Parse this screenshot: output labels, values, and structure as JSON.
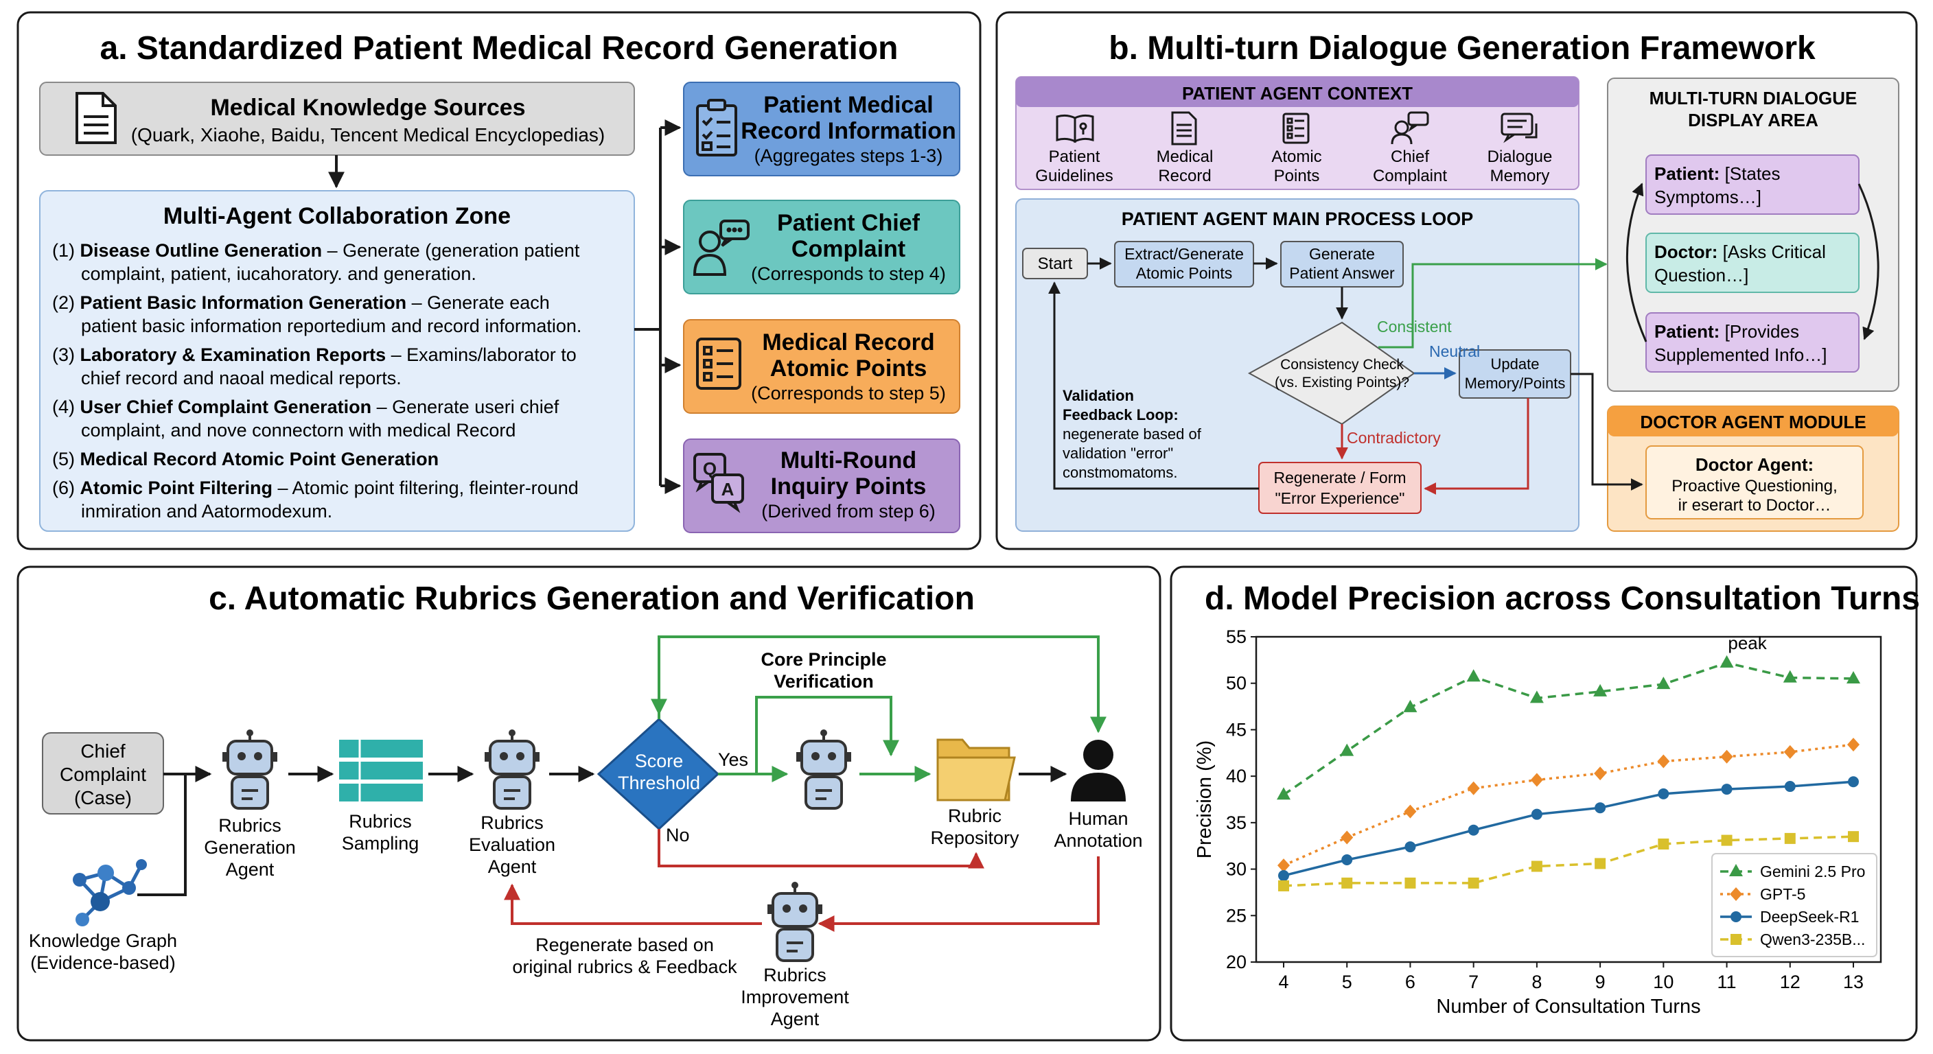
{
  "panel_a": {
    "title": "a. Standardized Patient Medical Record Generation",
    "knowledge": {
      "title": "Medical Knowledge Sources",
      "sub": "(Quark, Xiaohe, Baidu, Tencent Medical Encyclopedias)"
    },
    "zone": {
      "title": "Multi-Agent Collaboration Zone",
      "items": [
        {
          "num": "(1)",
          "bold": "Disease Outline Generation",
          "rest": " – Generate (generation patient",
          "line2": "complaint, patient, iucahoratory. and generation."
        },
        {
          "num": "(2)",
          "bold": "Patient Basic Information Generation",
          "rest": " – Generate each",
          "line2": "patient basic information reportedium and record information."
        },
        {
          "num": "(3)",
          "bold": "Laboratory & Examination Reports",
          "rest": " – Examins/laborator to",
          "line2": "chief record and naoal medical reports."
        },
        {
          "num": "(4)",
          "bold": "User Chief Complaint Generation",
          "rest": " – Generate useri chief",
          "line2": "complaint, and nove connectorn with medical Record"
        },
        {
          "num": "(5)",
          "bold": "Medical Record Atomic Point Generation",
          "rest": "",
          "line2": ""
        },
        {
          "num": "(6)",
          "bold": "Atomic Point Filtering",
          "rest": " – Atomic point filtering, fleinter-round",
          "line2": "inmiration and Aatormodexum."
        }
      ]
    },
    "outputs": [
      {
        "line1": "Patient Medical",
        "line2": "Record Information",
        "sub": "(Aggregates steps 1-3)"
      },
      {
        "line1": "Patient Chief",
        "line2": "Complaint",
        "sub": "(Corresponds to step 4)"
      },
      {
        "line1": "Medical Record",
        "line2": "Atomic Points",
        "sub": "(Corresponds to step 5)"
      },
      {
        "line1": "Multi-Round",
        "line2": "Inquiry Points",
        "sub": "(Derived from step 6)"
      }
    ]
  },
  "panel_b": {
    "title": "b. Multi-turn Dialogue Generation Framework",
    "context": {
      "title": "PATIENT AGENT CONTEXT",
      "items": [
        {
          "l1": "Patient",
          "l2": "Guidelines"
        },
        {
          "l1": "Medical",
          "l2": "Record"
        },
        {
          "l1": "Atomic",
          "l2": "Points"
        },
        {
          "l1": "Chief",
          "l2": "Complaint"
        },
        {
          "l1": "Dialogue",
          "l2": "Memory"
        }
      ]
    },
    "loop": {
      "title": "PATIENT AGENT MAIN PROCESS LOOP",
      "start": "Start",
      "extract": [
        "Extract/Generate",
        "Atomic Points"
      ],
      "generate": [
        "Generate",
        "Patient Answer"
      ],
      "check": [
        "Consistency Check",
        "(vs. Existing Points)?"
      ],
      "consistent": "Consistent",
      "neutral": "Neutral",
      "contradictory": "Contradictory",
      "update": [
        "Update",
        "Memory/Points"
      ],
      "regen": [
        "Regenerate / Form",
        "\"Error Experience\""
      ],
      "feedback_bold": [
        "Validation",
        "Feedback Loop:"
      ],
      "feedback_text": [
        "negenerate based of",
        "validation \"error\"",
        "constmomatoms."
      ]
    },
    "display": {
      "title": [
        "MULTI-TURN DIALOGUE",
        "DISPLAY AREA"
      ],
      "bubbles": [
        {
          "who": "Patient:",
          "t1": " [States",
          "t2": "Symptoms…]"
        },
        {
          "who": "Doctor:",
          "t1": " [Asks Critical",
          "t2": "Question…]"
        },
        {
          "who": "Patient:",
          "t1": " [Provides",
          "t2": "Supplemented Info…]"
        }
      ]
    },
    "doctor": {
      "title": "DOCTOR AGENT MODULE",
      "name": "Doctor Agent:",
      "l1": "Proactive Questioning,",
      "l2": "ir eserart to Doctor…"
    }
  },
  "panel_c": {
    "title": "c. Automatic Rubrics Generation and Verification",
    "chief": [
      "Chief",
      "Complaint",
      "(Case)"
    ],
    "kg": [
      "Knowledge Graph",
      "(Evidence-based)"
    ],
    "gen_agent": [
      "Rubrics",
      "Generation",
      "Agent"
    ],
    "sampling": [
      "Rubrics",
      "Sampling"
    ],
    "eval_agent": [
      "Rubrics",
      "Evaluation",
      "Agent"
    ],
    "score": [
      "Score",
      "Threshold"
    ],
    "yes": "Yes",
    "no": "No",
    "core": [
      "Core Principle",
      "Verification"
    ],
    "repo": [
      "Rubric",
      "Repository"
    ],
    "human": [
      "Human",
      "Annotation"
    ],
    "regen": [
      "Regenerate based on",
      "original rubrics & Feedback"
    ],
    "improve": [
      "Rubrics",
      "Improvement",
      "Agent"
    ]
  },
  "panel_d": {
    "title": "d. Model Precision across Consultation Turns",
    "peak_label": "peak"
  },
  "chart_data": {
    "type": "line",
    "xlabel": "Number of Consultation Turns",
    "ylabel": "Precision (%)",
    "x": [
      4,
      5,
      6,
      7,
      8,
      9,
      10,
      11,
      12,
      13
    ],
    "xlim": [
      4,
      13
    ],
    "ylim": [
      20,
      55
    ],
    "yticks": [
      20,
      25,
      30,
      35,
      40,
      45,
      50,
      55
    ],
    "grid": false,
    "legend_position": "lower-right",
    "series": [
      {
        "name": "Gemini 2.5 Pro",
        "color": "#3a9a46",
        "marker": "triangle",
        "dash": "dashed",
        "values": [
          38.0,
          42.7,
          47.4,
          50.7,
          48.4,
          49.1,
          49.9,
          52.2,
          50.6,
          50.5
        ]
      },
      {
        "name": "GPT-5",
        "color": "#ec8a2a",
        "marker": "diamond",
        "dash": "dotted",
        "values": [
          30.4,
          33.4,
          36.2,
          38.7,
          39.6,
          40.3,
          41.6,
          42.1,
          42.6,
          43.4
        ]
      },
      {
        "name": "DeepSeek-R1",
        "color": "#2169a0",
        "marker": "circle",
        "dash": "solid",
        "values": [
          29.3,
          31.0,
          32.4,
          34.2,
          35.9,
          36.6,
          38.1,
          38.6,
          38.9,
          39.4
        ]
      },
      {
        "name": "Qwen3-235B...",
        "color": "#d9c02c",
        "marker": "square",
        "dash": "dashed",
        "values": [
          28.2,
          28.5,
          28.5,
          28.5,
          30.3,
          30.6,
          32.7,
          33.1,
          33.3,
          33.5
        ]
      }
    ]
  }
}
